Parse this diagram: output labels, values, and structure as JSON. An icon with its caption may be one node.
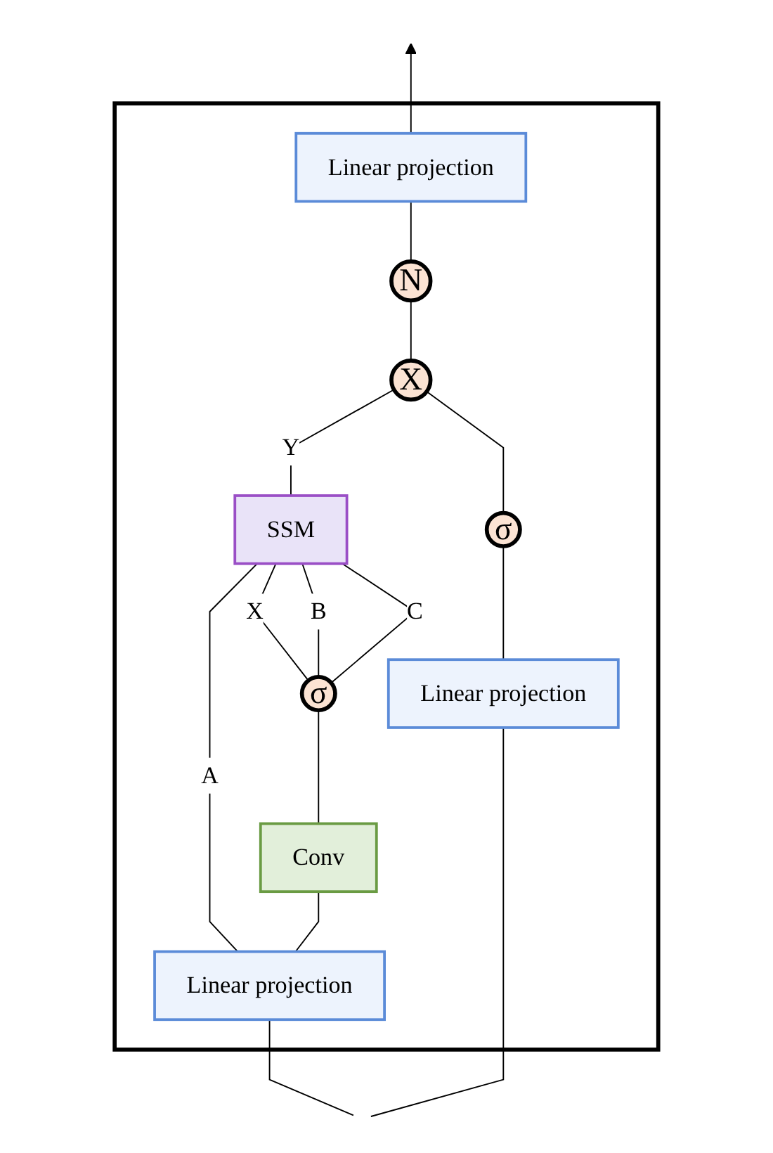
{
  "diagram": {
    "nodes": [
      {
        "text": [],
        "shape": "box"
      },
      {
        "text": [
          "Linear projection"
        ],
        "in": 0
      },
      {
        "text": [
          "N"
        ],
        "in": 0
      },
      {
        "text": [
          "X"
        ],
        "in": 0
      },
      {
        "text": [
          "SSM"
        ],
        "in": 0
      },
      {
        "text": [
          "σ"
        ],
        "in": 0
      },
      {
        "text": [
          "σ"
        ],
        "in": 0
      },
      {
        "text": [
          "Conv"
        ],
        "in": 0
      },
      {
        "text": [
          "Linear projection"
        ],
        "in": 0
      },
      {
        "text": [
          "Linear projection"
        ],
        "in": 0
      }
    ],
    "edges": [
      {
        "from": 1,
        "to": null,
        "arrow": "to"
      },
      {
        "from": 2,
        "to": 1,
        "arrow": "none"
      },
      {
        "from": 3,
        "to": 2,
        "arrow": "none"
      },
      {
        "from": 4,
        "to": 3,
        "arrow": "none",
        "label": "Y"
      },
      {
        "from": 6,
        "to": 3,
        "arrow": "none"
      },
      {
        "from": 8,
        "to": 4,
        "arrow": "none",
        "label": "A"
      },
      {
        "from": 5,
        "to": 4,
        "arrow": "none",
        "label": "X"
      },
      {
        "from": 5,
        "to": 4,
        "arrow": "none",
        "label": "B"
      },
      {
        "from": 5,
        "to": 4,
        "arrow": "none",
        "label": "C"
      },
      {
        "from": 7,
        "to": 5,
        "arrow": "none"
      },
      {
        "from": 8,
        "to": 7,
        "arrow": "none"
      },
      {
        "from": 9,
        "to": 6,
        "arrow": "none"
      },
      {
        "from": null,
        "to": 8,
        "arrow": "none"
      },
      {
        "from": null,
        "to": 9,
        "arrow": "none"
      }
    ]
  }
}
